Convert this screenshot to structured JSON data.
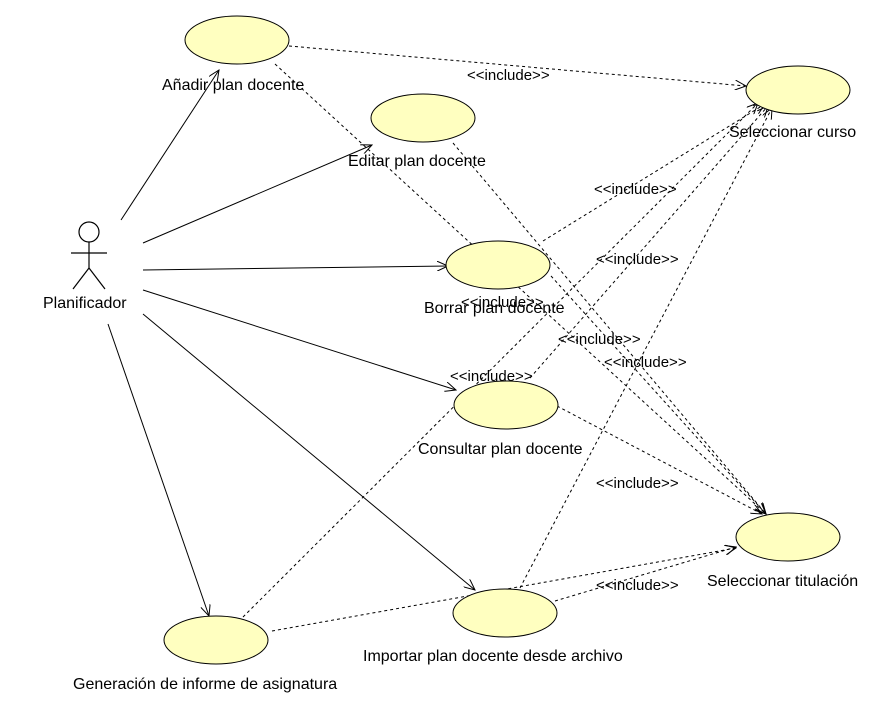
{
  "actor": {
    "name": "Planificador"
  },
  "use_cases": [
    {
      "id": "uc-anadir",
      "name": "Añadir plan docente"
    },
    {
      "id": "uc-editar",
      "name": "Editar plan docente"
    },
    {
      "id": "uc-borrar",
      "name": "Borrar plan docente"
    },
    {
      "id": "uc-consultar",
      "name": "Consultar plan docente"
    },
    {
      "id": "uc-importar",
      "name": "Importar plan docente desde archivo"
    },
    {
      "id": "uc-generacion",
      "name": "Generación de informe de asignatura"
    },
    {
      "id": "uc-sel-curso",
      "name": "Seleccionar curso"
    },
    {
      "id": "uc-sel-titulacion",
      "name": "Seleccionar titulación"
    }
  ],
  "stereotype": "<<include>>",
  "colors": {
    "use_case_fill": "#ffffc0",
    "line": "#000000",
    "background": "#ffffff"
  }
}
